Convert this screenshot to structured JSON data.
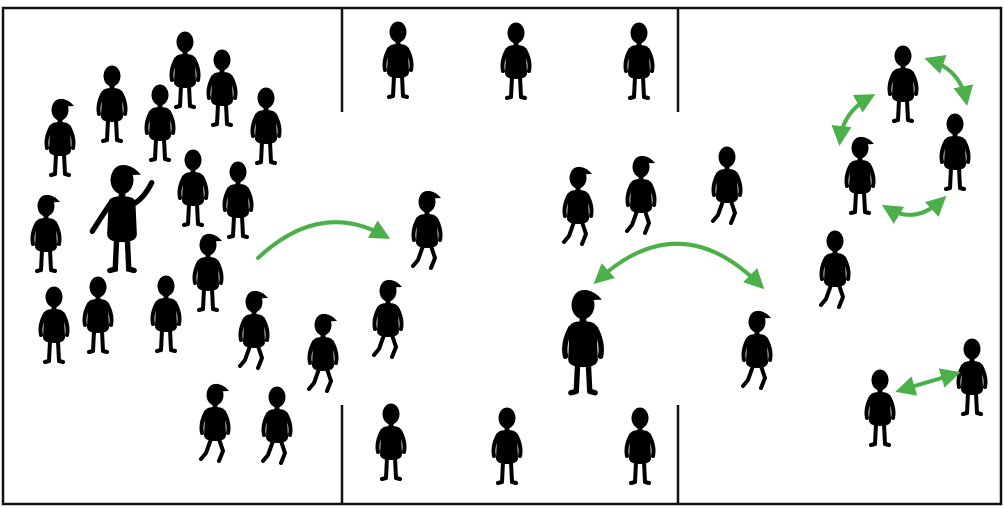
{
  "colors": {
    "figure": "#000000",
    "arrow": "#4bb04a",
    "frame": "#111111",
    "background": "#ffffff"
  },
  "figure_kinds": [
    "person",
    "person-cap",
    "leader-pointing"
  ],
  "arrow_kinds": [
    "curved-single",
    "curved-double",
    "straight-double"
  ],
  "frame_lines": [
    "border",
    "top-divider-left",
    "top-divider-right",
    "bottom-divider-left",
    "bottom-divider-right"
  ]
}
